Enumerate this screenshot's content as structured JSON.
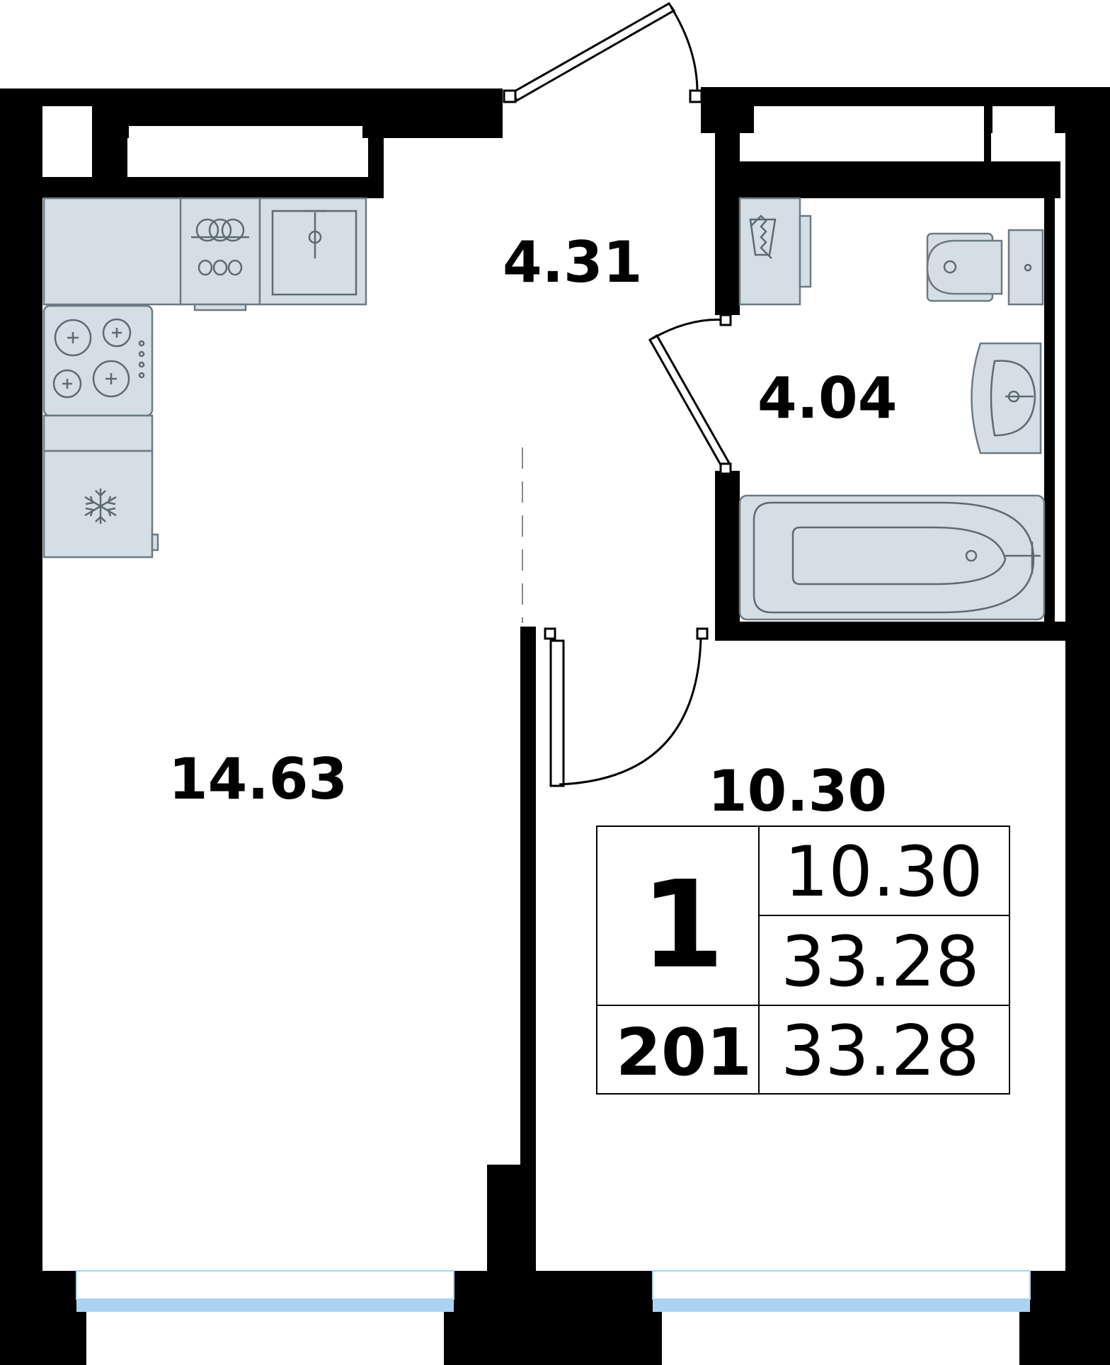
{
  "rooms": {
    "hall_area": "4.31",
    "bathroom_area": "4.04",
    "kitchen_living_area": "14.63",
    "bedroom_area": "10.30"
  },
  "summary_table": {
    "rooms_count": "1",
    "living_area": "10.30",
    "total_area": "33.28",
    "apartment_number": "201",
    "total_area_repeat": "33.28"
  },
  "colors": {
    "wall": "#000000",
    "fixture_fill": "#d5dee4",
    "fixture_stroke": "#6b7a85",
    "window_glass": "#a9d3f0"
  }
}
